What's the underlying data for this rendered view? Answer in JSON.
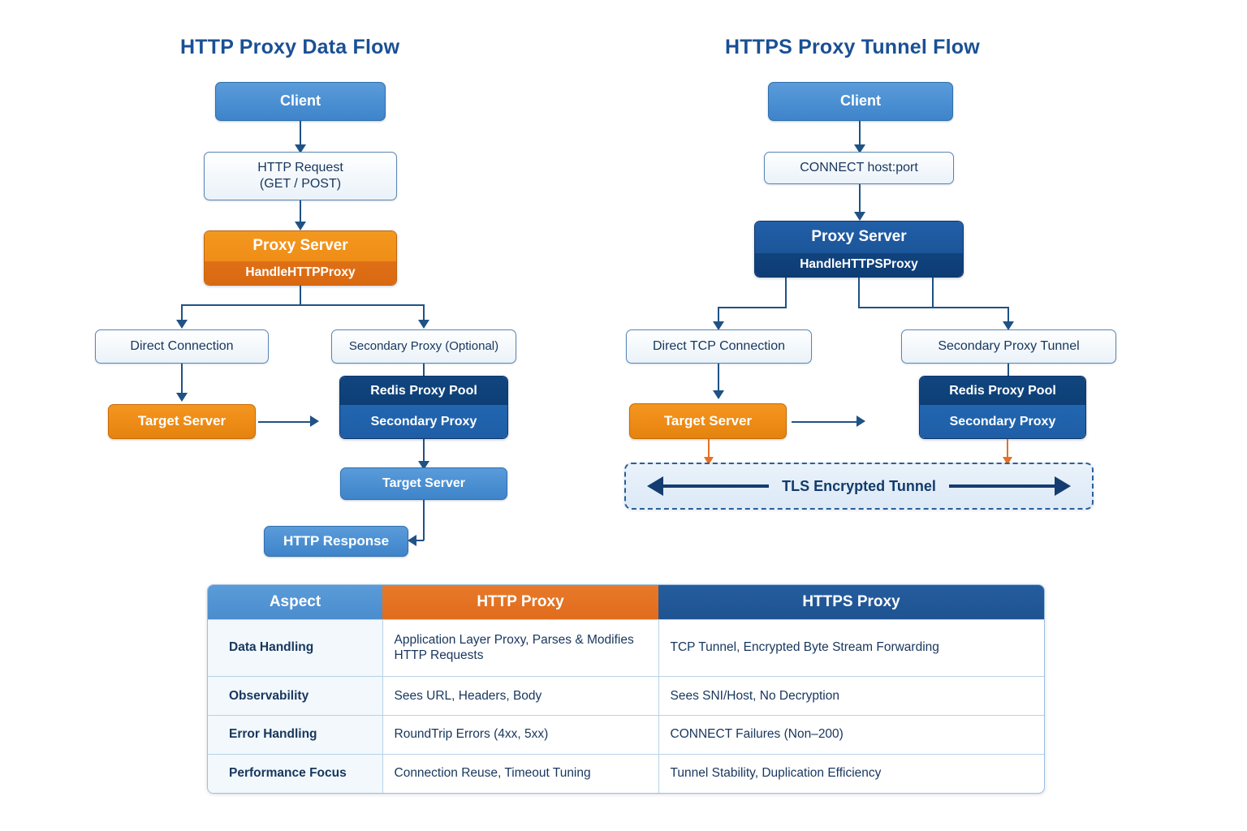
{
  "left_diagram": {
    "title": "HTTP Proxy Data Flow",
    "client": "Client",
    "request": "HTTP Request\n(GET / POST)",
    "proxy_server": {
      "title": "Proxy Server",
      "handler": "HandleHTTPProxy"
    },
    "direct_connection": "Direct Connection",
    "secondary_proxy_optional": "Secondary Proxy (Optional)",
    "target_server_left": "Target Server",
    "redis_pool": {
      "title": "Redis Proxy Pool",
      "subtitle": "Secondary Proxy"
    },
    "target_server_right": "Target Server",
    "http_response": "HTTP Response"
  },
  "right_diagram": {
    "title": "HTTPS Proxy Tunnel Flow",
    "client": "Client",
    "connect": "CONNECT host:port",
    "proxy_server": {
      "title": "Proxy Server",
      "handler": "HandleHTTPSProxy"
    },
    "direct_tcp": "Direct TCP Connection",
    "secondary_tunnel": "Secondary Proxy Tunnel",
    "target_server": "Target Server",
    "redis_pool": {
      "title": "Redis Proxy Pool",
      "subtitle": "Secondary Proxy"
    },
    "tls_tunnel": "TLS Encrypted Tunnel"
  },
  "comparison_table": {
    "headers": [
      "Aspect",
      "HTTP Proxy",
      "HTTPS Proxy"
    ],
    "rows": [
      {
        "aspect": "Data Handling",
        "http": "Application Layer Proxy, Parses & Modifies HTTP Requests",
        "https": "TCP Tunnel, Encrypted Byte Stream Forwarding"
      },
      {
        "aspect": "Observability",
        "http": "Sees URL, Headers, Body",
        "https": "Sees SNI/Host, No Decryption"
      },
      {
        "aspect": "Error Handling",
        "http": "RoundTrip Errors (4xx, 5xx)",
        "https": "CONNECT Failures (Non–200)"
      },
      {
        "aspect": "Performance Focus",
        "http": "Connection Reuse, Timeout Tuning",
        "https": "Tunnel Stability, Duplication Efficiency"
      }
    ]
  },
  "colors": {
    "title_blue": "#1a5094",
    "node_blue": "#4a8fd2",
    "node_orange": "#ed8b16",
    "node_navy": "#1a5299",
    "light_fill": "#eaf2f9",
    "connector": "#1f5285",
    "tls_arrow": "#e8701e"
  }
}
